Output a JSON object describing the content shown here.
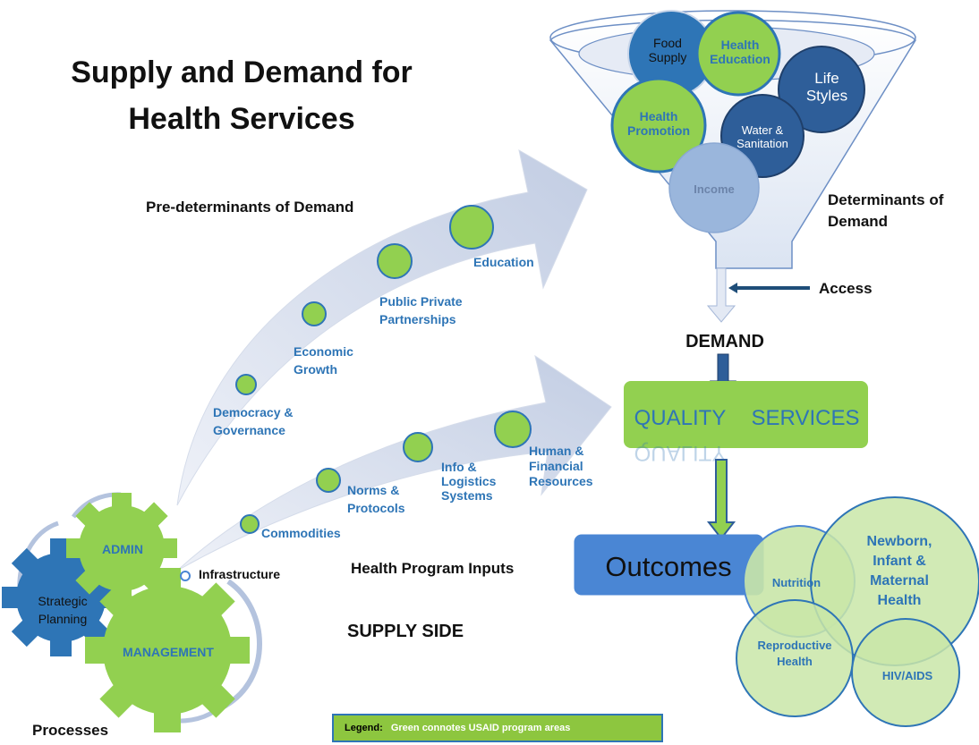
{
  "title": {
    "line1": "Supply and Demand for",
    "line2": "Health Services"
  },
  "colors": {
    "green": "#92d050",
    "dark_blue": "#2e75b6",
    "navy": "#1f4e79",
    "light_blue_arrow": "#c9d3e6",
    "label_blue": "#2e75b6"
  },
  "funnel": {
    "circles": {
      "food_supply": "Food Supply",
      "health_education": "Health Education",
      "life_styles": "Life Styles",
      "health_promotion": "Health Promotion",
      "water_sanitation": "Water & Sanitation",
      "income": "Income"
    },
    "determinants_label": "Determinants of Demand"
  },
  "access_label": "Access",
  "demand_label": "DEMAND",
  "quality_services": {
    "word1": "QUALITY",
    "word2": "SERVICES"
  },
  "outcomes": {
    "label": "Outcomes",
    "areas": {
      "newborn": "Newborn, Infant & Maternal Health",
      "nutrition": "Nutrition",
      "reproductive": "Reproductive Health",
      "hiv": "HIV/AIDS"
    }
  },
  "predeterminants": {
    "heading": "Pre-determinants of Demand",
    "items": {
      "democracy": "Democracy & Governance",
      "economic": "Economic Growth",
      "ppp": "Public Private Partnerships",
      "education": "Education"
    }
  },
  "inputs": {
    "heading": "Health Program Inputs",
    "items": {
      "commodities": "Commodities",
      "norms": "Norms & Protocols",
      "info": "Info & Logistics Systems",
      "human": "Human & Financial Resources",
      "infrastructure": "Infrastructure"
    }
  },
  "supply_side": "SUPPLY SIDE",
  "gears": {
    "admin": "ADMIN",
    "strategic": "Strategic Planning",
    "management": "MANAGEMENT"
  },
  "processes": "Processes",
  "legend": {
    "key": "Legend:",
    "text": "Green connotes USAID program areas"
  }
}
